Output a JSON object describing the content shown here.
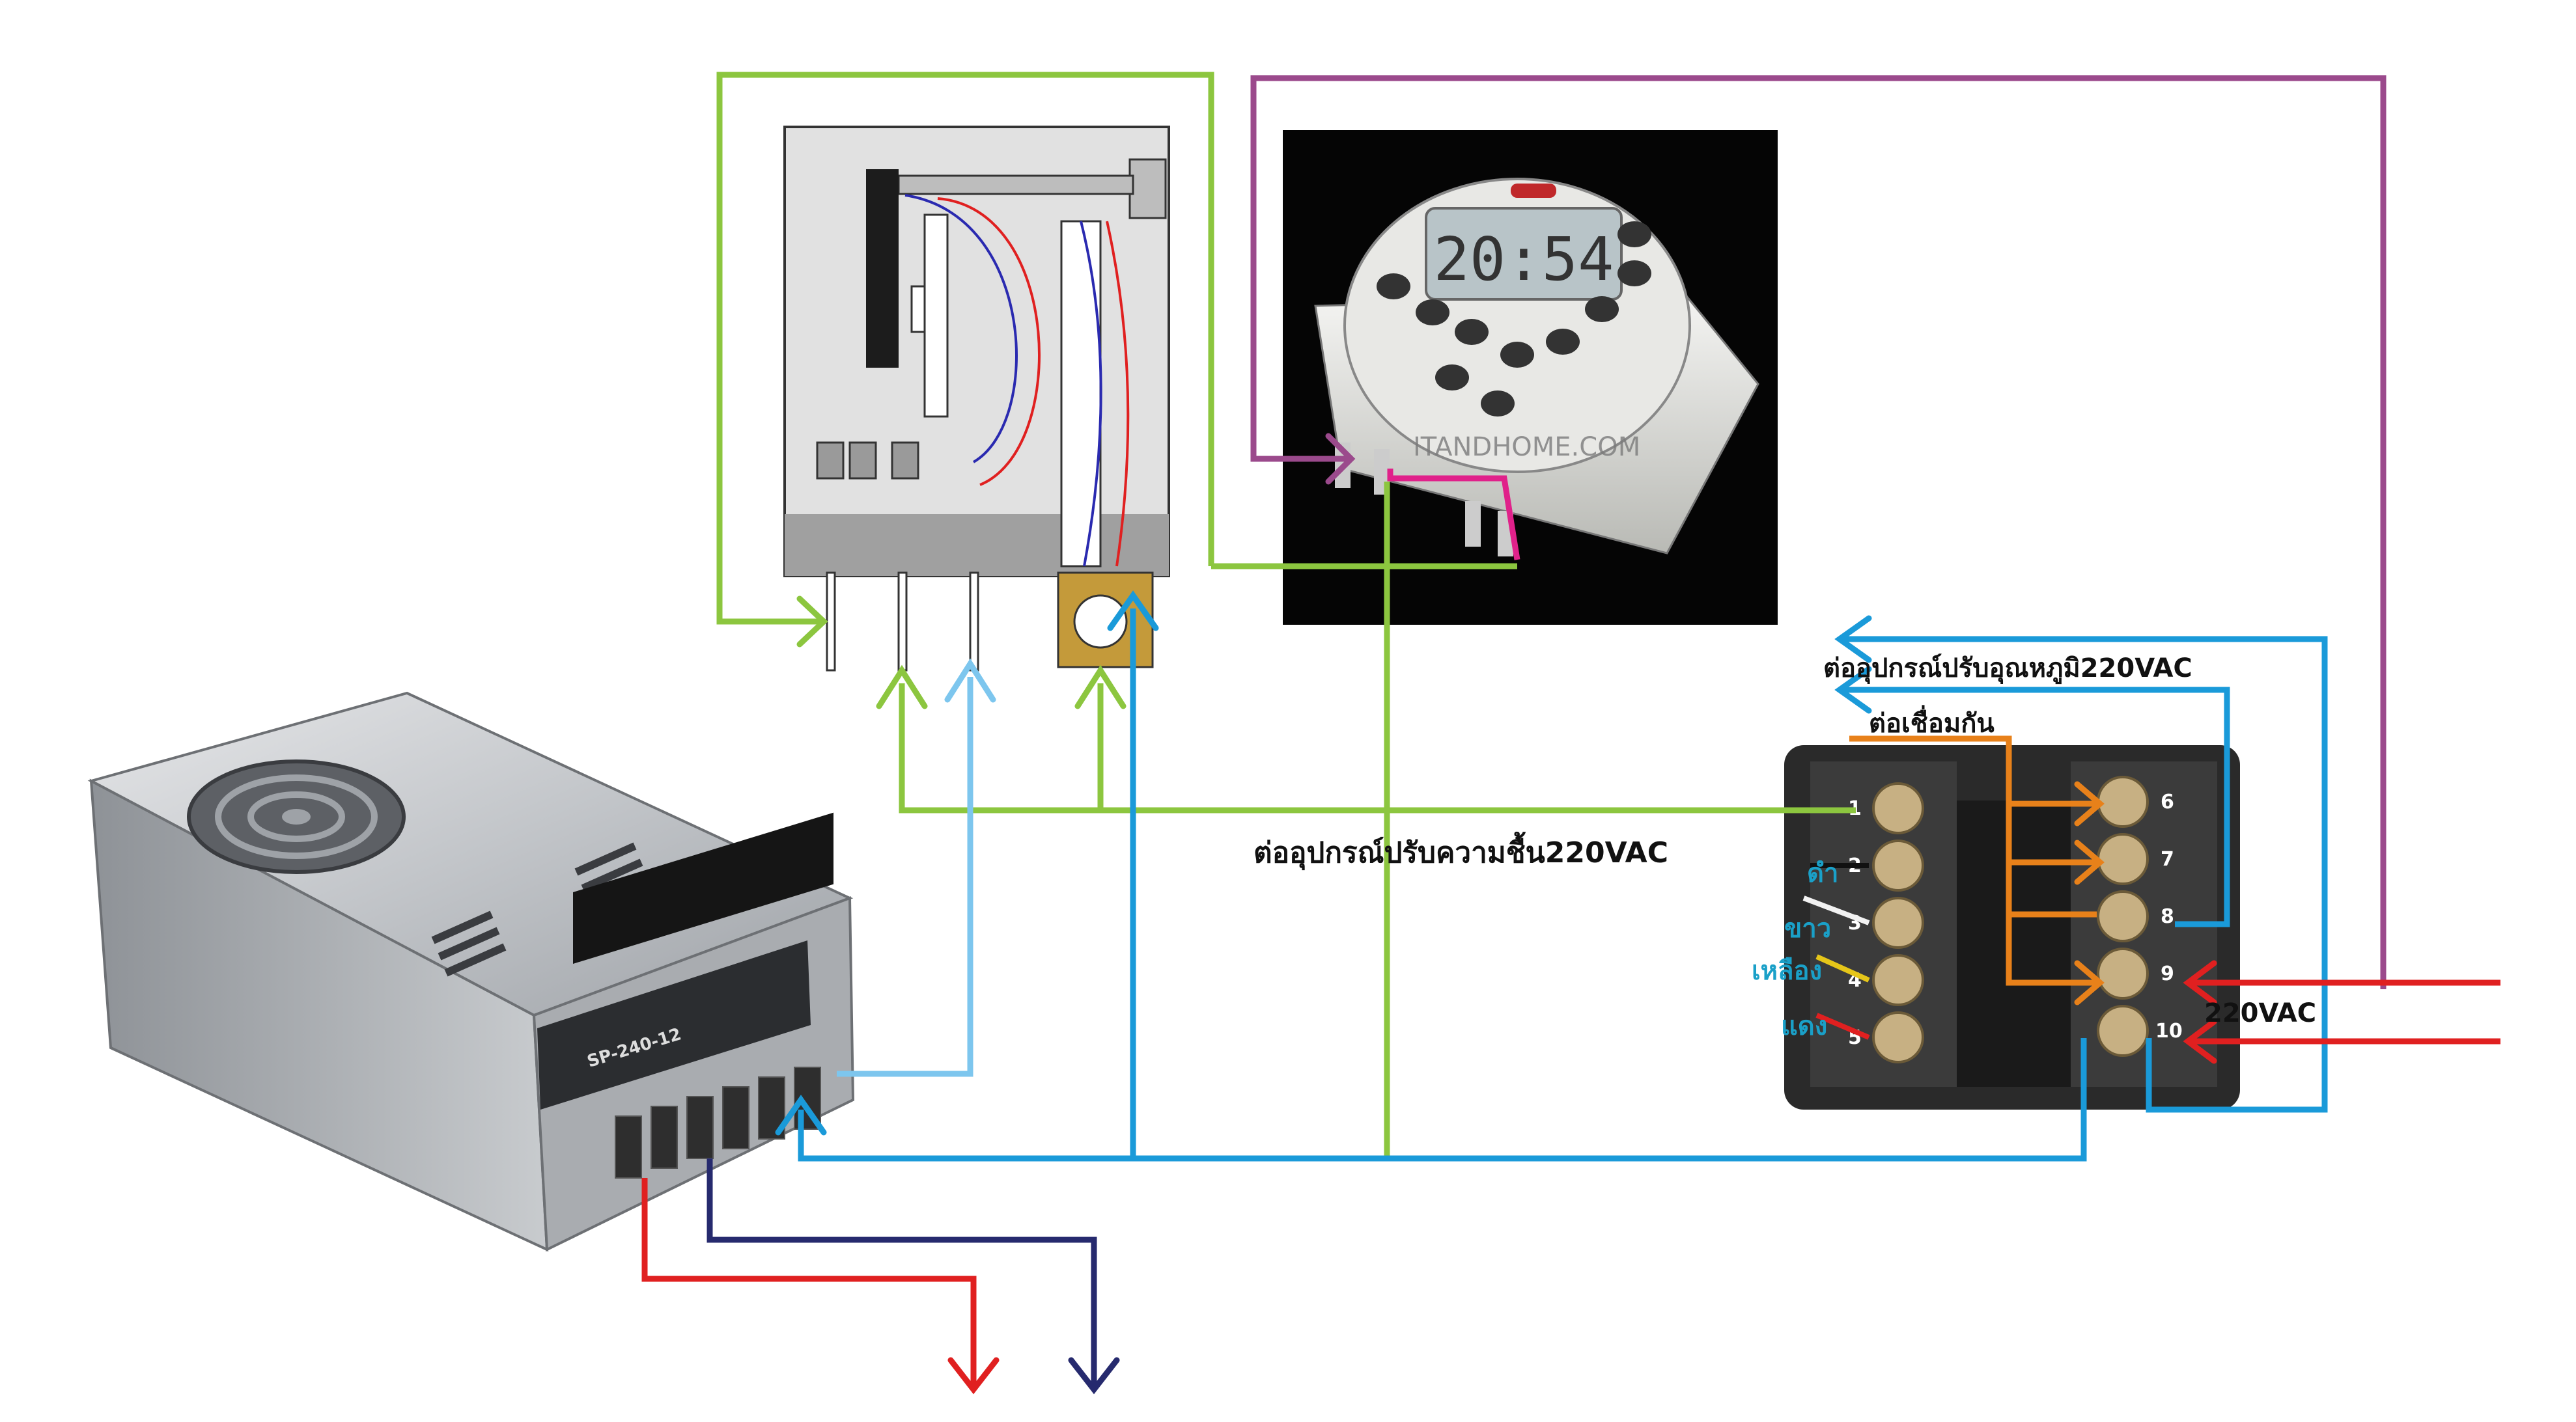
{
  "labels": {
    "humidity": "ต่ออุปกรณ์ปรับความชื้น220VAC",
    "temperature": "ต่ออุปกรณ์ปรับอุณหภูมิ220VAC",
    "connect_together": "ต่อเชื่อมกัน",
    "supply_220": "220VAC",
    "watermark": "ITANDHOME.COM"
  },
  "psu": {
    "model": "SP-240-12"
  },
  "timer": {
    "display": "20:54"
  },
  "terminal_numbers": [
    "1",
    "2",
    "3",
    "4",
    "5",
    "6",
    "7",
    "8",
    "9",
    "10"
  ],
  "wire_colors_thai": {
    "black": "ดำ",
    "white": "ขาว",
    "yellow": "เหลือง",
    "red": "แดง"
  },
  "colors": {
    "green": "#8cc63f",
    "blue": "#1a9ad9",
    "light_blue": "#7dc6ee",
    "purple": "#9b4a8c",
    "orange": "#e8811a",
    "red": "#e02020",
    "navy": "#262a6e",
    "magenta": "#e0218a",
    "cyan_text": "#1aa0c8"
  }
}
